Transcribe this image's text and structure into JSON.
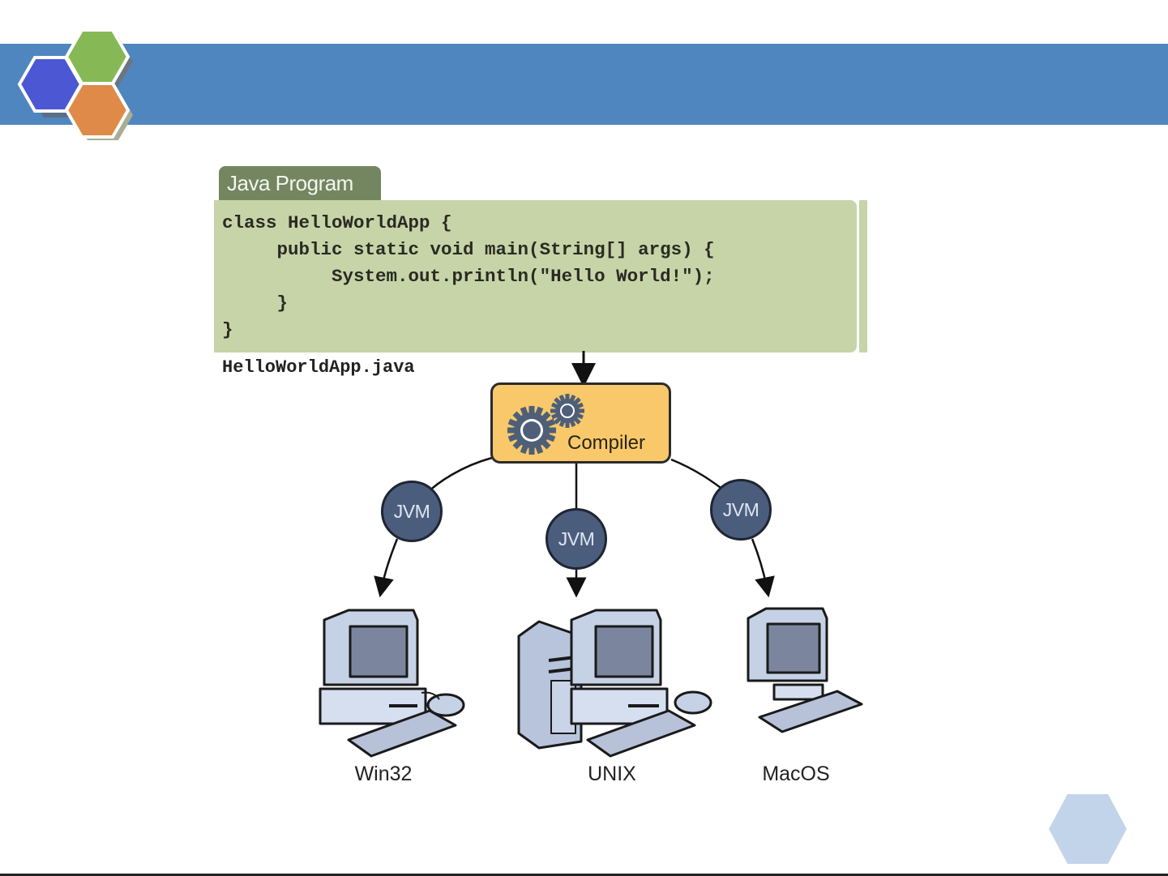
{
  "slide": {
    "header_color": "#4f86c0",
    "logo_hexagons": [
      {
        "name": "blue",
        "color": "#4b57d3"
      },
      {
        "name": "green",
        "color": "#86b955"
      },
      {
        "name": "orange",
        "color": "#df8a48"
      }
    ],
    "corner_hexagon_color": "#c2d4ea"
  },
  "diagram": {
    "program_tab": "Java Program",
    "code_lines": [
      "class HelloWorldApp {",
      "     public static void main(String[] args) {",
      "          System.out.println(\"Hello World!\");",
      "     }",
      "}"
    ],
    "filename": "HelloWorldApp.java",
    "compiler_label": "Compiler",
    "jvm_nodes": [
      {
        "label": "JVM"
      },
      {
        "label": "JVM"
      },
      {
        "label": "JVM"
      }
    ],
    "platforms": [
      {
        "label": "Win32"
      },
      {
        "label": "UNIX"
      },
      {
        "label": "MacOS"
      }
    ],
    "colors": {
      "code_panel": "#c7d4a8",
      "tab": "#738660",
      "compiler": "#f8c86a",
      "jvm": "#4b5d7d",
      "computer": "#c5d2e6"
    }
  }
}
